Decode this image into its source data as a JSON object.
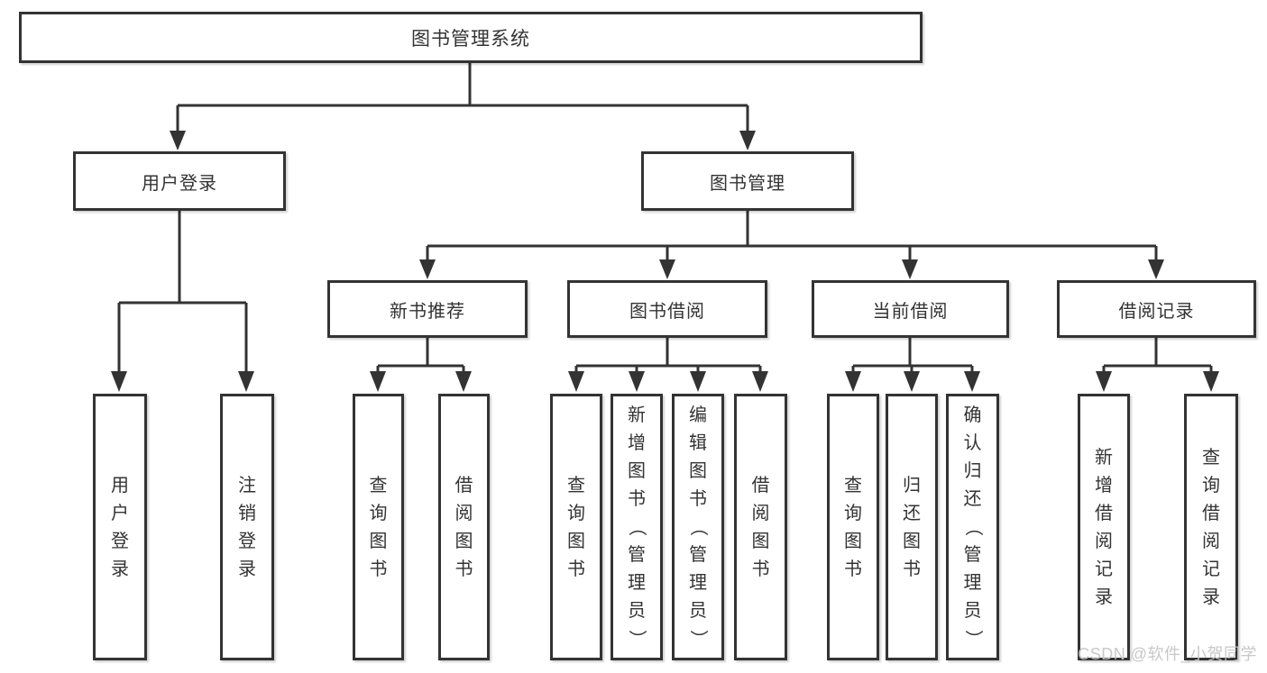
{
  "diagram": {
    "root": {
      "label": "图书管理系统"
    },
    "branches": [
      {
        "label": "用户登录",
        "children": [
          {
            "label": "用户登录"
          },
          {
            "label": "注销登录"
          }
        ]
      },
      {
        "label": "图书管理",
        "children": [
          {
            "label": "新书推荐",
            "children": [
              {
                "label": "查询图书"
              },
              {
                "label": "借阅图书"
              }
            ]
          },
          {
            "label": "图书借阅",
            "children": [
              {
                "label": "查询图书"
              },
              {
                "label": "新增图书（管理员）"
              },
              {
                "label": "编辑图书（管理员）"
              },
              {
                "label": "借阅图书"
              }
            ]
          },
          {
            "label": "当前借阅",
            "children": [
              {
                "label": "查询图书"
              },
              {
                "label": "归还图书"
              },
              {
                "label": "确认归还（管理员）"
              }
            ]
          },
          {
            "label": "借阅记录",
            "children": [
              {
                "label": "新增借阅记录"
              },
              {
                "label": "查询借阅记录"
              }
            ]
          }
        ]
      }
    ]
  },
  "watermark": {
    "text": "CSDN @软件_小贺同学"
  },
  "colors": {
    "line": "#333333",
    "box_border": "#333333",
    "text": "#333333",
    "watermark": "#c5c5c5",
    "background": "#ffffff"
  }
}
